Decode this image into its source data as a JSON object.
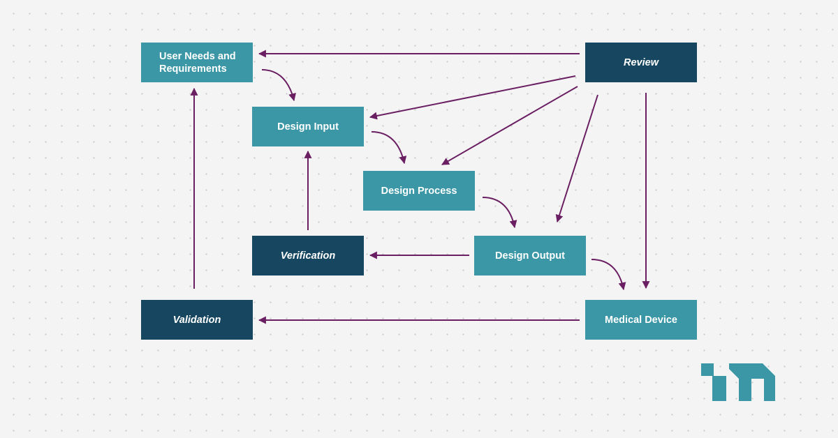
{
  "nodes": {
    "user_needs": {
      "label": "User Needs and Requirements"
    },
    "design_input": {
      "label": "Design Input"
    },
    "design_process": {
      "label": "Design Process"
    },
    "design_output": {
      "label": "Design Output"
    },
    "verification": {
      "label": "Verification"
    },
    "review": {
      "label": "Review"
    },
    "medical_device": {
      "label": "Medical Device"
    },
    "validation": {
      "label": "Validation"
    }
  },
  "edges": [
    {
      "from": "review",
      "to": "user_needs"
    },
    {
      "from": "review",
      "to": "design_input"
    },
    {
      "from": "review",
      "to": "design_process"
    },
    {
      "from": "review",
      "to": "design_output"
    },
    {
      "from": "review",
      "to": "medical_device"
    },
    {
      "from": "user_needs",
      "to": "design_input"
    },
    {
      "from": "design_input",
      "to": "design_process"
    },
    {
      "from": "design_process",
      "to": "design_output"
    },
    {
      "from": "design_output",
      "to": "medical_device"
    },
    {
      "from": "design_output",
      "to": "verification"
    },
    {
      "from": "verification",
      "to": "design_input"
    },
    {
      "from": "medical_device",
      "to": "validation"
    },
    {
      "from": "validation",
      "to": "user_needs"
    }
  ],
  "colors": {
    "light_box": "#3b97a6",
    "dark_box": "#174760",
    "arrow": "#6b1f63",
    "logo": "#3b97a6",
    "background": "#f4f4f4"
  },
  "logo_icon": "company-logo-mark"
}
